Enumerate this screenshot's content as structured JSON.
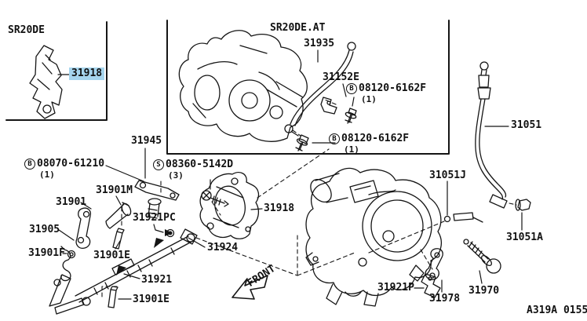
{
  "diagram": {
    "insets": {
      "sr20de": {
        "title": "SR20DE"
      },
      "sr20de_at": {
        "title": "SR20DE.AT"
      }
    },
    "highlighted_part": {
      "number": "31918",
      "highlight_color": "#a6d5ee"
    },
    "part_labels": {
      "p31935": "31935",
      "p31152e": "31152E",
      "p31051": "31051",
      "p31051j": "31051J",
      "p31051a": "31051A",
      "p31945": "31945",
      "p31901m": "31901M",
      "p31901": "31901",
      "p31905": "31905",
      "p31901f": "31901F",
      "p31901e_upper": "31901E",
      "p31921pc": "31921PC",
      "p31918_main": "31918",
      "p31924": "31924",
      "p31921": "31921",
      "p31901e_lower": "31901E",
      "p31921p": "31921P",
      "p31978": "31978",
      "p31970": "31970"
    },
    "hardware_labels": {
      "bolt_08120_top": {
        "prefix": "B",
        "number": "08120-6162F",
        "qty": "(1)"
      },
      "bolt_08120_bottom": {
        "prefix": "B",
        "number": "08120-6162F",
        "qty": "(1)"
      },
      "bolt_08070": {
        "prefix": "B",
        "number": "08070-61210",
        "qty": "(1)"
      },
      "screw_08360": {
        "prefix": "S",
        "number": "08360-5142D",
        "qty": "(3)"
      }
    },
    "front_arrow_label": "FRONT",
    "diagram_code": "A319A 0155",
    "colors": {
      "line": "#151515",
      "background": "#ffffff"
    }
  }
}
